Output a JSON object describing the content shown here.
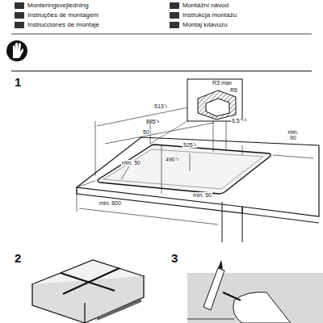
{
  "diagram": {
    "labels": [
      "Monteringsvejledning",
      "Instruções de montagem",
      "Instrucciones de montaje",
      "Montážní návod",
      "Instrukcja montażu",
      "Montaj kılavuzu",
      "1",
      "2",
      "3",
      "R3 max",
      "R6",
      "513⁺¹",
      "885⁺²",
      "6,5⁺⁰·⁵",
      "min. 90",
      "50",
      "525⁺¹",
      "490⁺²",
      "min. 50",
      "min. 600",
      "min. 50"
    ]
  }
}
